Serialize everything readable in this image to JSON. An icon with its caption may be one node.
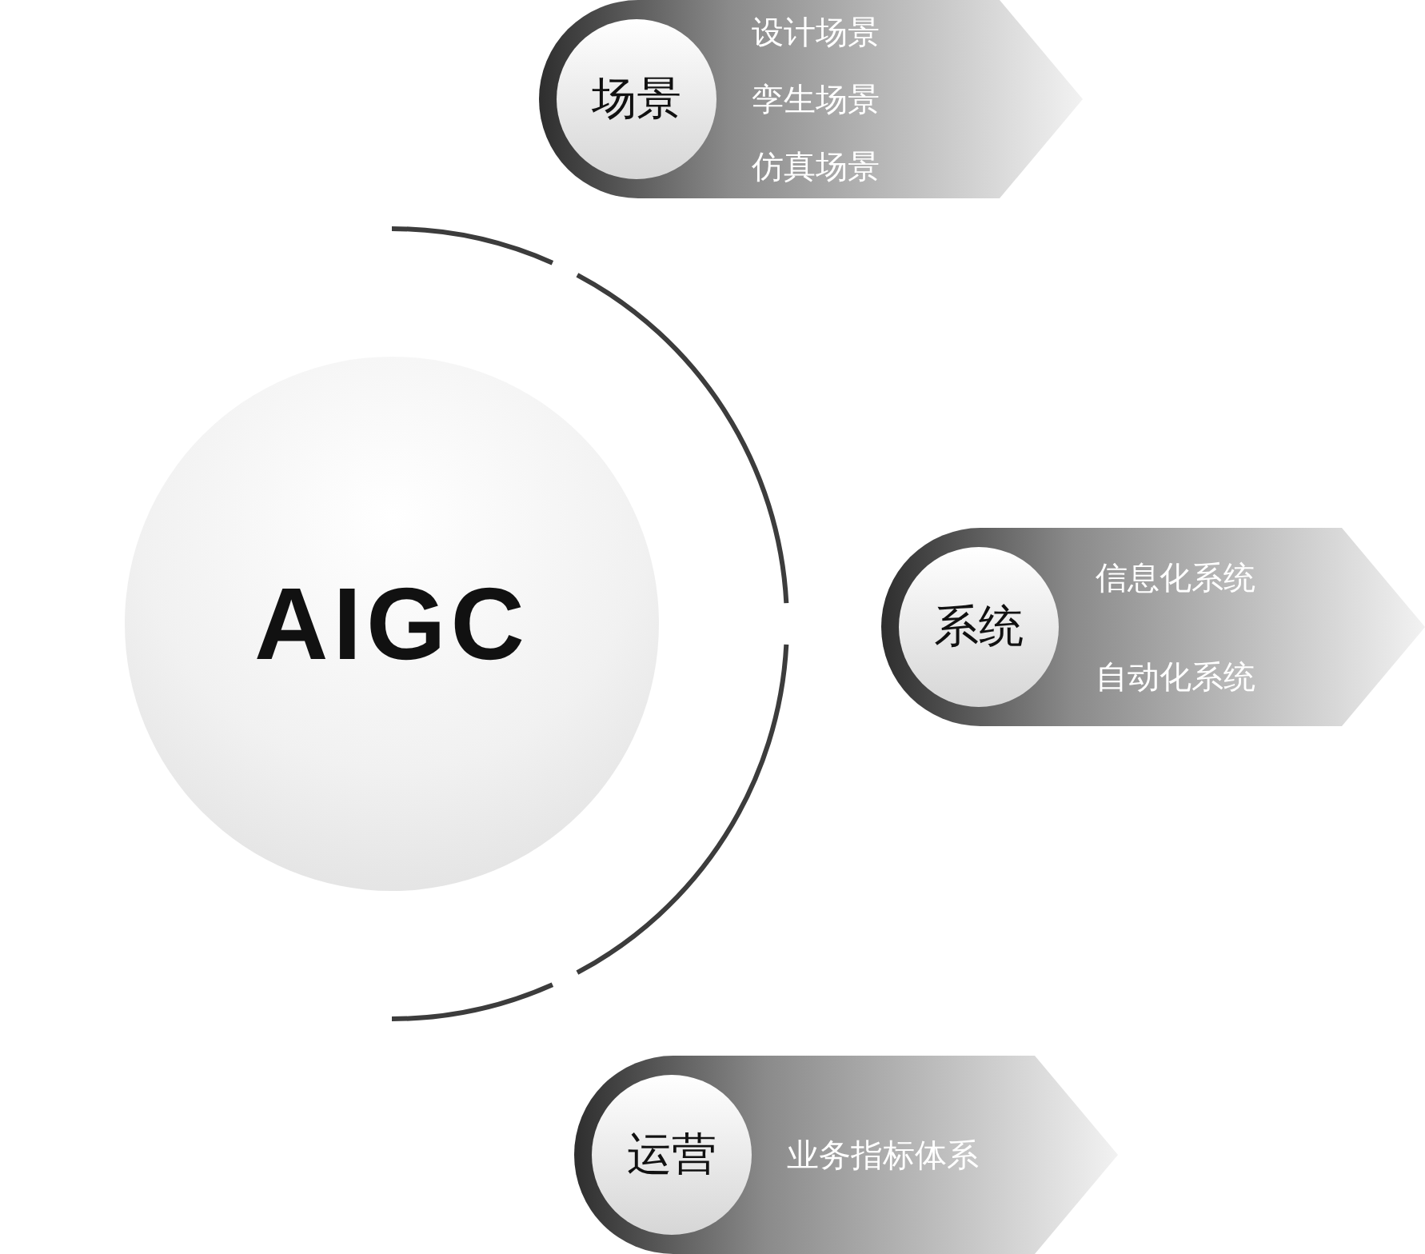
{
  "diagram": {
    "nodes": [
      {
        "text": [
          "AIGC"
        ]
      },
      {
        "text": [
          "设计场景",
          "孪生场景",
          "仿真场景"
        ]
      },
      {
        "text": [
          "场景"
        ],
        "in": 1
      },
      {
        "text": [
          "信息化系统",
          "自动化系统"
        ]
      },
      {
        "text": [
          "系统"
        ],
        "in": 3
      },
      {
        "text": [
          "业务指标体系"
        ]
      },
      {
        "text": [
          "运营"
        ],
        "in": 5
      }
    ]
  }
}
